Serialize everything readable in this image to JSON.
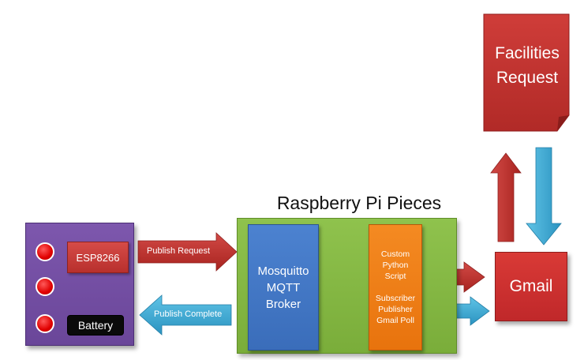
{
  "pi_section": {
    "title": "Raspberry Pi Pieces"
  },
  "device": {
    "esp_label": "ESP8266",
    "battery_label": "Battery"
  },
  "broker": {
    "line1": "Mosquitto",
    "line2": "MQTT",
    "line3": "Broker"
  },
  "script": {
    "line1": "Custom",
    "line2": "Python",
    "line3": "Script",
    "line4": "Subscriber",
    "line5": "Publisher",
    "line6": "Gmail Poll"
  },
  "gmail": {
    "label": "Gmail"
  },
  "facilities": {
    "line1": "Facilities",
    "line2": "Request"
  },
  "arrows": {
    "publish_request": "Publish Request",
    "publish_complete": "Publish Complete"
  },
  "colors": {
    "red_arrow": "#c0302d",
    "blue_arrow": "#3aaad3",
    "purple": "#7352a4",
    "green": "#85b944",
    "blue_box": "#4478c8",
    "orange": "#f07f18"
  }
}
